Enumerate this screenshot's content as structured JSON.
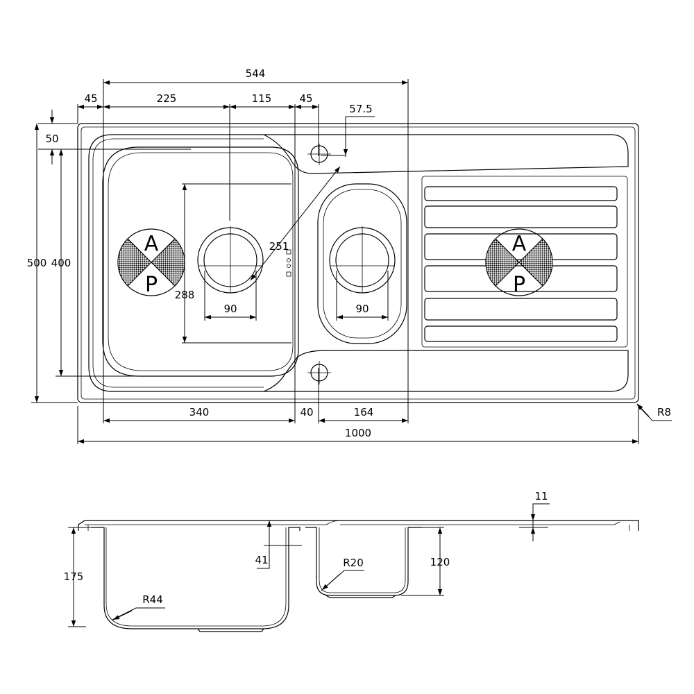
{
  "plan_dimensions": {
    "overall_width": "1000",
    "bowls_span": "544",
    "left_offset": "45",
    "bowl1_center": "225",
    "bowls_between_centers": "115",
    "tap_offset": "45",
    "tap_edge": "57.5",
    "top_offset": "50",
    "overall_depth": "500",
    "bowl_depth": "400",
    "inner_height": "288",
    "diagonal": "251",
    "waste1": "90",
    "waste2": "90",
    "bowl1_width": "340",
    "divider": "40",
    "bowl2_width": "164",
    "corner_radius": "R8"
  },
  "badges": {
    "left_top": "A",
    "left_bottom": "P",
    "right_top": "A",
    "right_bottom": "P"
  },
  "section_dimensions": {
    "rim_thickness": "11",
    "small_depth": "41",
    "radius_small": "R20",
    "bowl2_depth": "120",
    "bowl1_depth": "175",
    "radius_large": "R44"
  }
}
